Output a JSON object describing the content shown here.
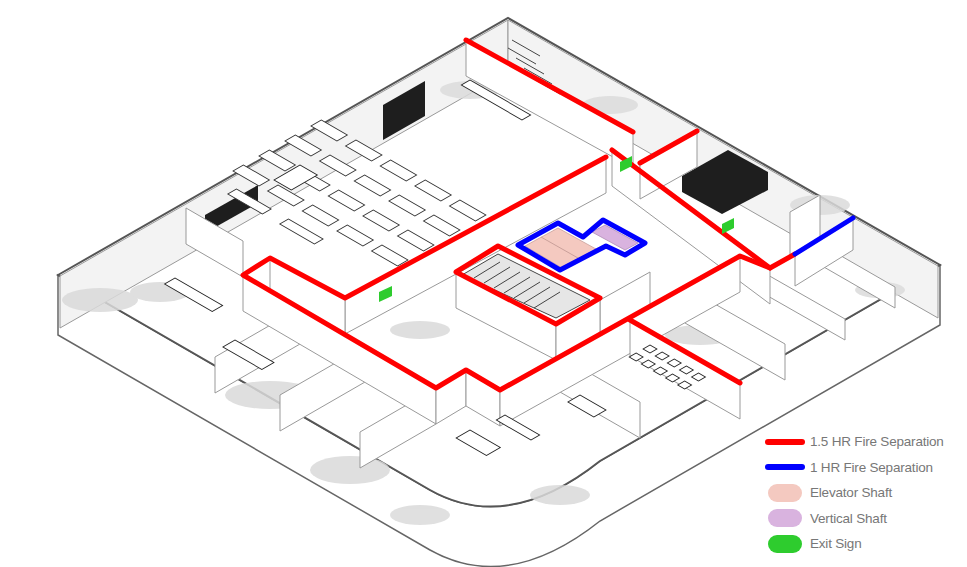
{
  "diagram": {
    "legend": [
      {
        "text": "1.5 HR Fire Separation",
        "color": "#ff0000"
      },
      {
        "text": "1 HR Fire Separation",
        "color": "#0000ff"
      },
      {
        "text": "Elevator Shaft",
        "color": "#f4c9c0"
      },
      {
        "text": "Vertical Shaft",
        "color": "#d9b3df"
      },
      {
        "text": "Exit Sign",
        "color": "#2ecc2e"
      }
    ]
  }
}
